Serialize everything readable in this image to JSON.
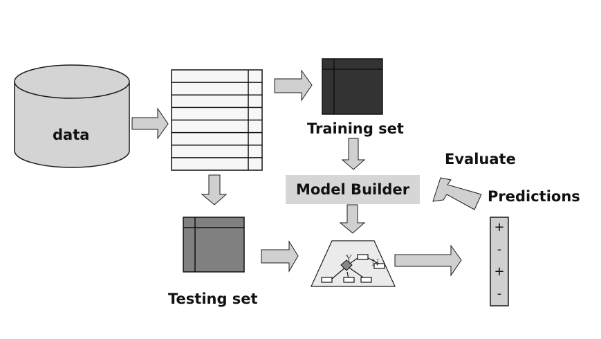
{
  "diagram": {
    "title": "Classification model building and evaluation workflow",
    "nodes": {
      "data_store": {
        "label": "data",
        "shape": "cylinder",
        "fill": "#d4d4d4"
      },
      "dataset_table": {
        "rows": 8,
        "columns": 2,
        "fill": "#f7f7f7"
      },
      "training_set": {
        "label": "Training set",
        "fill": "#333333"
      },
      "testing_set": {
        "label": "Testing set",
        "fill": "#808080"
      },
      "model_builder": {
        "label": "Model Builder",
        "fill": "#d6d6d6"
      },
      "decision_tree": {
        "branch_yes": "Y",
        "branch_no": "N",
        "fill": "#ebebeb"
      },
      "predictions": {
        "label": "Predictions",
        "values": [
          "+",
          "-",
          "+",
          "-"
        ],
        "fill": "#d0d0d0"
      },
      "evaluate": {
        "label": "Evaluate"
      }
    },
    "edges": [
      {
        "from": "data_store",
        "to": "dataset_table"
      },
      {
        "from": "dataset_table",
        "to": "training_set"
      },
      {
        "from": "dataset_table",
        "to": "testing_set"
      },
      {
        "from": "training_set",
        "to": "model_builder"
      },
      {
        "from": "model_builder",
        "to": "decision_tree"
      },
      {
        "from": "testing_set",
        "to": "decision_tree"
      },
      {
        "from": "decision_tree",
        "to": "predictions"
      },
      {
        "from": "predictions",
        "to": "model_builder",
        "label": "Evaluate"
      }
    ],
    "colors": {
      "arrow_fill": "#d0d0d0",
      "stroke": "#1a1a1a"
    }
  }
}
